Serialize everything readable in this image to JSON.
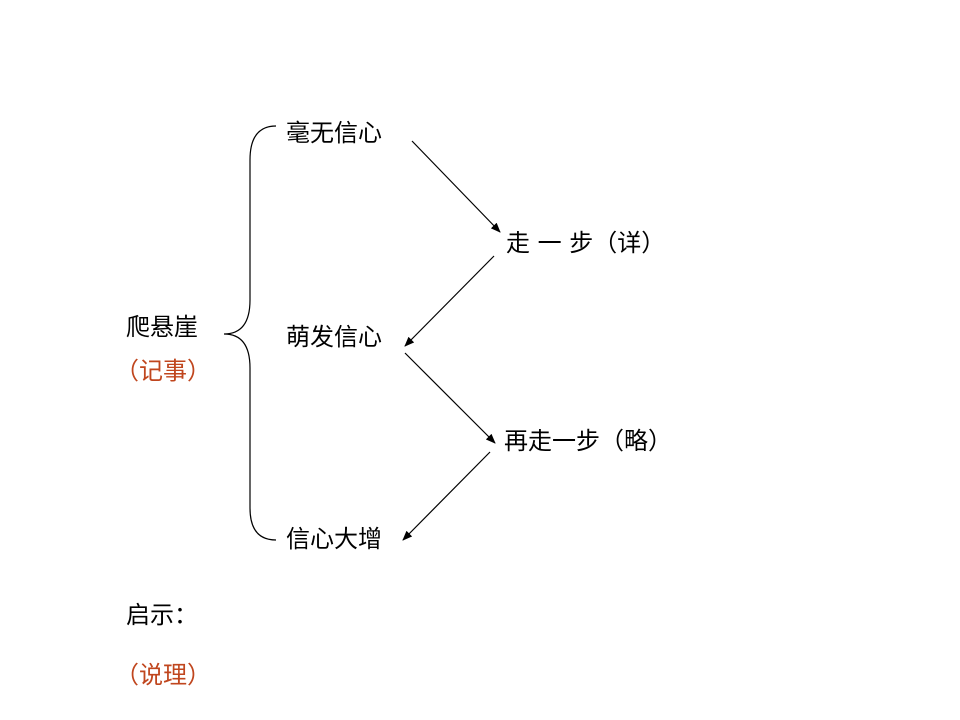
{
  "diagram": {
    "root": {
      "title": "爬悬崖",
      "genre": "（记事）"
    },
    "stages": [
      {
        "label": "毫无信心"
      },
      {
        "label": "萌发信心"
      },
      {
        "label": "信心大增"
      }
    ],
    "steps": [
      {
        "label": "走 一 步（详）"
      },
      {
        "label": "再走一步（略）"
      }
    ],
    "insight": {
      "title": "启示：",
      "genre": "（说理）"
    }
  },
  "colors": {
    "text": "#000000",
    "accent": "#c0461e",
    "line": "#000000"
  }
}
